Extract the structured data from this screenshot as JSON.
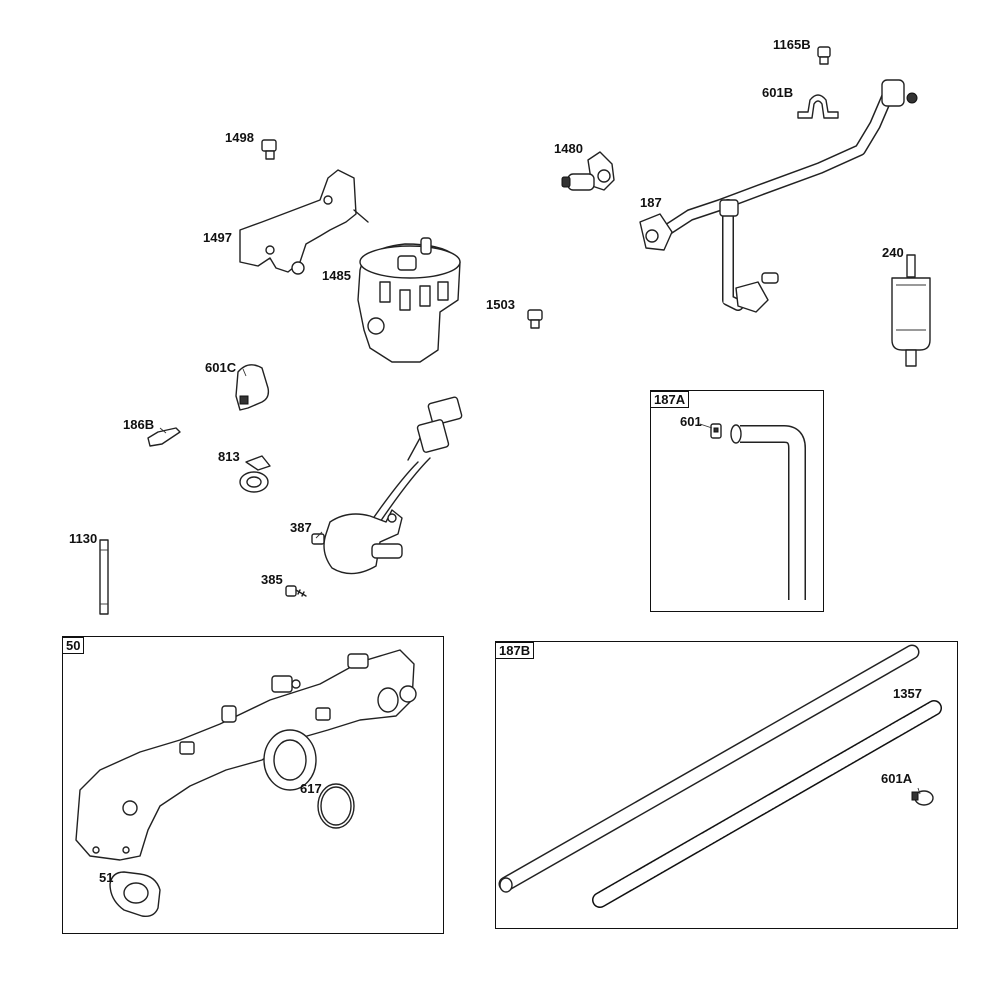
{
  "callouts": {
    "c1165B": "1165B",
    "c601B": "601B",
    "c1498": "1498",
    "c1480": "1480",
    "c187": "187",
    "c240": "240",
    "c1497": "1497",
    "c1485": "1485",
    "c1503": "1503",
    "c601C": "601C",
    "c186B": "186B",
    "c813": "813",
    "c387": "387",
    "c385": "385",
    "c1130": "1130",
    "c601": "601",
    "c617": "617",
    "c51": "51",
    "c1357": "1357",
    "c601A": "601A"
  },
  "panels": {
    "p187A": "187A",
    "p50": "50",
    "p187B": "187B"
  }
}
